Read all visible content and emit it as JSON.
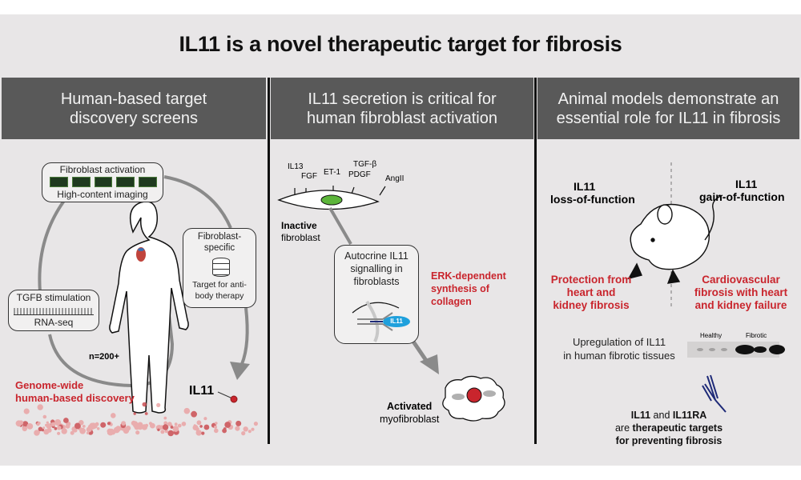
{
  "title": "IL11 is a novel therapeutic target for fibrosis",
  "columns": [
    {
      "header": [
        "Human-based target",
        "discovery screens"
      ],
      "boxes": {
        "fibroblast_activation": {
          "top": "Fibroblast activation",
          "bottom": "High-content imaging"
        },
        "tgfb": {
          "top": "TGFB stimulation",
          "bottom": "RNA-seq"
        },
        "fibroblast_specific": {
          "line1": "Fibroblast-",
          "line2": "specific",
          "line3": "Target for anti-",
          "line4": "body therapy"
        }
      },
      "sample_size": "n=200+",
      "discovery_label": [
        "Genome-wide",
        "human-based discovery"
      ],
      "hit_label": "IL11"
    },
    {
      "header": [
        "IL11 secretion is critical for",
        "human fibroblast activation"
      ],
      "stimuli": [
        "IL13",
        "FGF",
        "ET-1",
        "TGF-β",
        "PDGF",
        "AngII"
      ],
      "inactive_label": {
        "bold": "Inactive",
        "normal": "fibroblast"
      },
      "autocrine_box": [
        "Autocrine IL11",
        "signalling in",
        "fibroblasts"
      ],
      "ligand_label": "IL11",
      "erk_label": [
        "ERK-dependent",
        "synthesis of",
        "collagen"
      ],
      "activated_label": {
        "bold": "Activated",
        "normal": "myofibroblast"
      }
    },
    {
      "header": [
        "Animal models demonstrate an",
        "essential role for IL11 in fibrosis"
      ],
      "loss": {
        "title": "IL11",
        "subtitle": "loss-of-function",
        "result": [
          "Protection from",
          "heart and",
          "kidney fibrosis"
        ]
      },
      "gain": {
        "title": "IL11",
        "subtitle": "gain-of-function",
        "result": [
          "Cardiovascular",
          "fibrosis with heart",
          "and kidney failure"
        ]
      },
      "upregulation": [
        "Upregulation of IL11",
        "in human fibrotic tissues"
      ],
      "blot_labels": {
        "healthy": "Healthy",
        "fibrotic": "Fibrotic"
      },
      "conclusion": {
        "line1_bold_a": "IL11",
        "line1_normal": " and ",
        "line1_bold_b": "IL11RA",
        "line2_normal": "are ",
        "line2_bold": "therapeutic targets",
        "line3_bold": "for preventing fibrosis"
      }
    }
  ],
  "colors": {
    "background": "#e8e6e7",
    "header": "#595959",
    "accent_red": "#c9252d",
    "il11_blue": "#1fa0dc",
    "antibody_navy": "#1e2a78",
    "nucleus_green": "#5cb53a"
  }
}
